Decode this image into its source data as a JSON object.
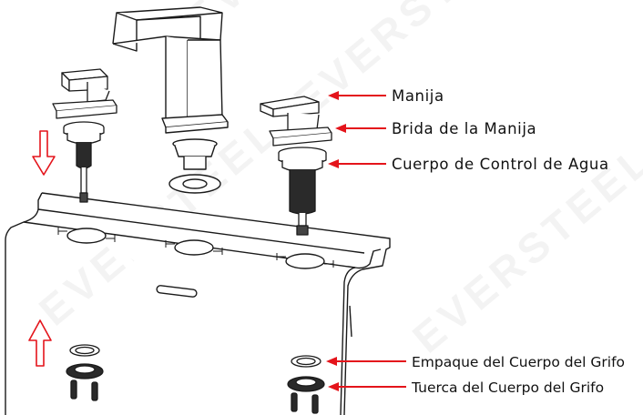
{
  "watermark": "EVERSTEEL",
  "colors": {
    "arrow_red": "#e4141b",
    "line": "#1a1a1a",
    "label": "#111111"
  },
  "labels": {
    "handle": "Manija",
    "handle_flange": "Brida de la Manija",
    "water_control_body": "Cuerpo de Control de Agua",
    "faucet_body_gasket": "Empaque del Cuerpo del Grifo",
    "faucet_body_nut": "Tuerca del Cuerpo del Grifo"
  },
  "icons": {
    "down": "down-arrow-icon",
    "up": "up-arrow-icon"
  }
}
